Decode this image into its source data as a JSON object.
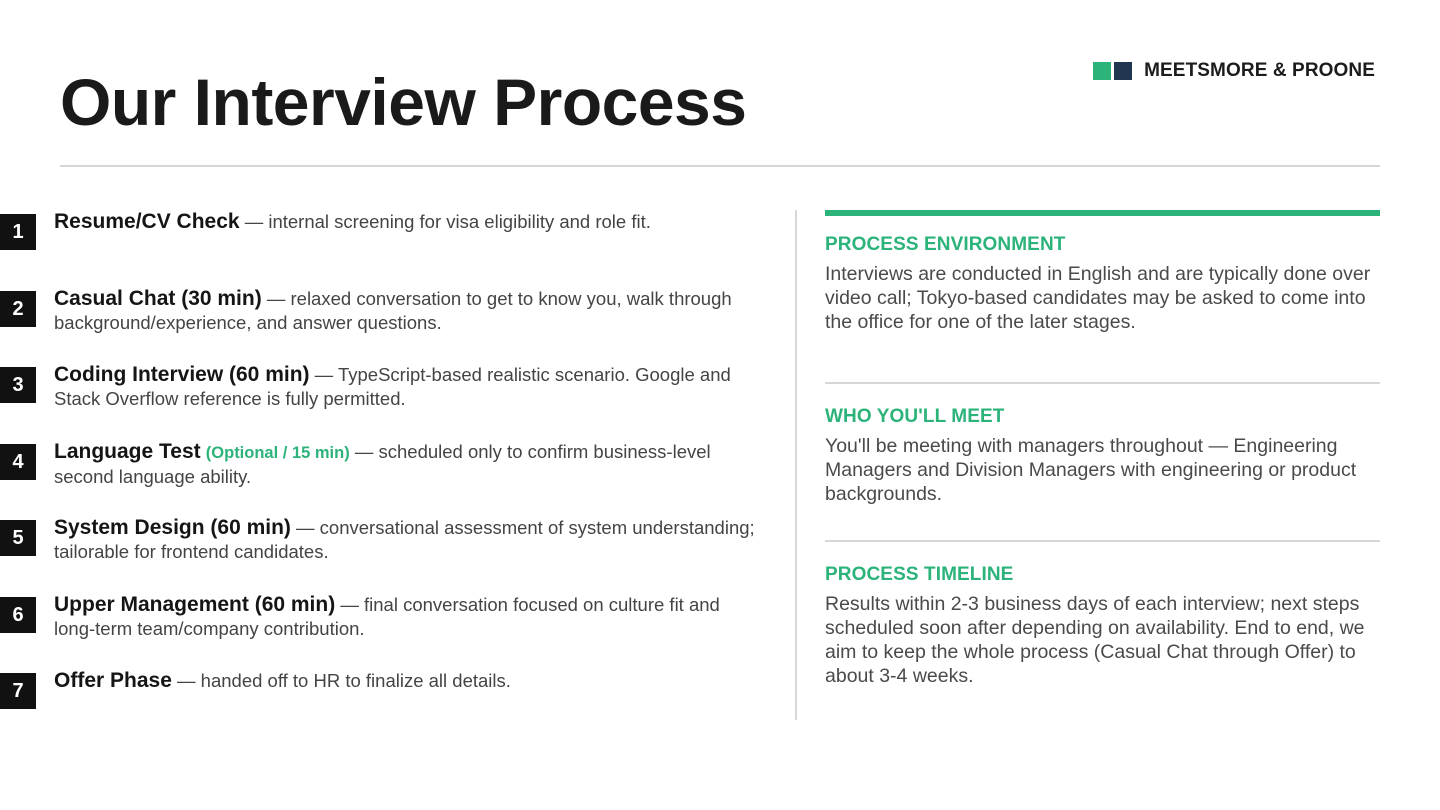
{
  "brand": {
    "name": "MEETSMORE & PROONE",
    "colors": {
      "green": "#2bb37a",
      "navy": "#1f3550"
    }
  },
  "title": "Our Interview Process",
  "steps": [
    {
      "num": "1",
      "head": "Resume/CV Check",
      "optional": "",
      "desc": " — internal screening for visa eligibility and role fit."
    },
    {
      "num": "2",
      "head": "Casual Chat (30 min)",
      "optional": "",
      "desc": " — relaxed conversation to get to know you, walk through background/experience, and answer questions."
    },
    {
      "num": "3",
      "head": "Coding Interview (60 min)",
      "optional": "",
      "desc": " — TypeScript-based realistic scenario. Google and Stack Overflow reference is fully permitted."
    },
    {
      "num": "4",
      "head": "Language Test",
      "optional": "(Optional / 15 min)",
      "desc": " — scheduled only to confirm business-level second language ability."
    },
    {
      "num": "5",
      "head": "System Design (60 min)",
      "optional": "",
      "desc": " — conversational assessment of system understanding; tailorable for frontend candidates."
    },
    {
      "num": "6",
      "head": "Upper Management (60 min)",
      "optional": "",
      "desc": " — final conversation focused on culture fit and long-term team/company contribution."
    },
    {
      "num": "7",
      "head": "Offer Phase",
      "optional": "",
      "desc": " — handed off to HR to finalize all details."
    }
  ],
  "panels": [
    {
      "heading": "PROCESS ENVIRONMENT",
      "body": "Interviews are conducted in English and are typically done over video call; Tokyo-based candidates may be asked to come into the office for one of the later stages."
    },
    {
      "heading": "WHO YOU'LL MEET",
      "body": "You'll be meeting with managers throughout — Engineering Managers and Division Managers with engineering or product backgrounds."
    },
    {
      "heading": "PROCESS TIMELINE",
      "body": "Results within 2-3 business days of each interview; next steps scheduled soon after depending on availability. End to end, we aim to keep the whole process (Casual Chat through Offer) to about 3-4 weeks."
    }
  ]
}
